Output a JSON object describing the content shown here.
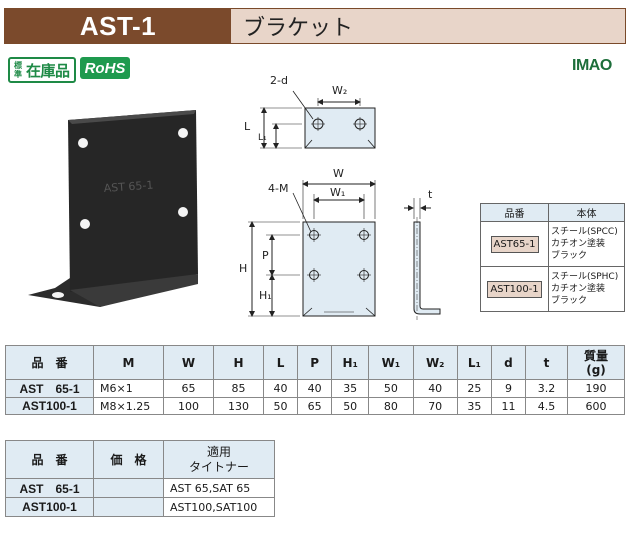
{
  "header": {
    "code": "AST-1",
    "name": "ブラケット"
  },
  "badges": {
    "stock_small": "標準",
    "stock_big": "在庫品",
    "rohs": "RoHS"
  },
  "logo": "IMAO",
  "product_photo": {
    "stamp": "AST 65-1"
  },
  "dims": {
    "d2": "2-d",
    "W2": "W₂",
    "L": "L",
    "L1": "L₁",
    "W": "W",
    "W1": "W₁",
    "M4": "4-M",
    "H": "H",
    "P": "P",
    "H1": "H₁",
    "t": "t"
  },
  "material_table": {
    "headers": [
      "品番",
      "本体"
    ],
    "rows": [
      {
        "code": "AST65-1",
        "lines": [
          "スチール(SPCC)",
          "カチオン塗装",
          "ブラック"
        ]
      },
      {
        "code": "AST100-1",
        "lines": [
          "スチール(SPHC)",
          "カチオン塗装",
          "ブラック"
        ]
      }
    ]
  },
  "spec_table": {
    "headers": [
      "品　番",
      "M",
      "W",
      "H",
      "L",
      "P",
      "H₁",
      "W₁",
      "W₂",
      "L₁",
      "d",
      "t",
      "質量\n(g)"
    ],
    "rows": [
      [
        "AST　65-1",
        "M6×1",
        "65",
        "85",
        "40",
        "40",
        "35",
        "50",
        "40",
        "25",
        "9",
        "3.2",
        "190"
      ],
      [
        "AST100-1",
        "M8×1.25",
        "100",
        "130",
        "50",
        "65",
        "50",
        "80",
        "70",
        "35",
        "11",
        "4.5",
        "600"
      ]
    ]
  },
  "price_table": {
    "headers": [
      "品　番",
      "価　格",
      "適用\nタイトナー"
    ],
    "rows": [
      [
        "AST　65-1",
        "",
        "AST 65,SAT 65"
      ],
      [
        "AST100-1",
        "",
        "AST100,SAT100"
      ]
    ]
  }
}
